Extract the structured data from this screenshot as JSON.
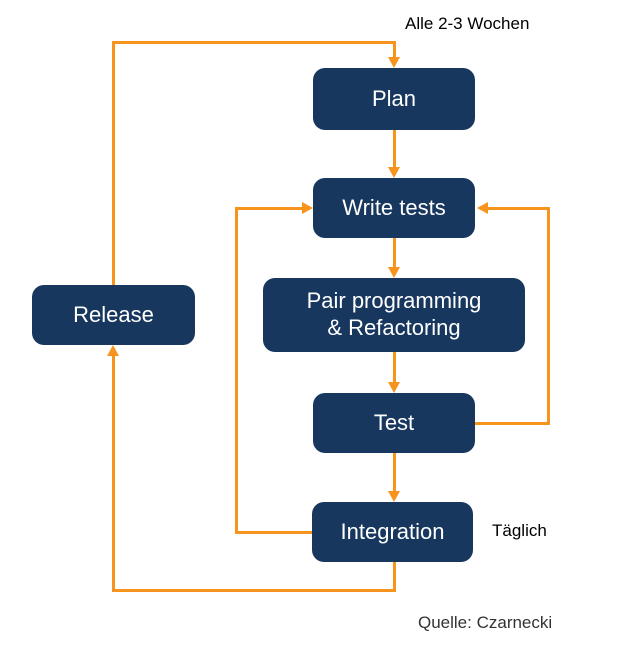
{
  "diagram": {
    "nodes": {
      "plan": "Plan",
      "write_tests": "Write tests",
      "pair": "Pair programming\n& Refactoring",
      "test": "Test",
      "integration": "Integration",
      "release": "Release"
    },
    "annotations": {
      "cycle": "Alle 2-3 Wochen",
      "daily": "Täglich",
      "source": "Quelle: Czarnecki"
    },
    "edges": [
      {
        "from": "Release",
        "to": "Plan",
        "label": "Alle 2-3 Wochen"
      },
      {
        "from": "Plan",
        "to": "Write tests"
      },
      {
        "from": "Write tests",
        "to": "Pair programming & Refactoring"
      },
      {
        "from": "Pair programming & Refactoring",
        "to": "Test"
      },
      {
        "from": "Test",
        "to": "Integration"
      },
      {
        "from": "Test",
        "to": "Write tests"
      },
      {
        "from": "Integration",
        "to": "Write tests"
      },
      {
        "from": "Integration",
        "to": "Release",
        "label": "Täglich"
      }
    ],
    "colors": {
      "node_fill": "#17375e",
      "node_text": "#ffffff",
      "arrow": "#f7941d",
      "label_text": "#000000",
      "source_text": "#333333"
    }
  }
}
